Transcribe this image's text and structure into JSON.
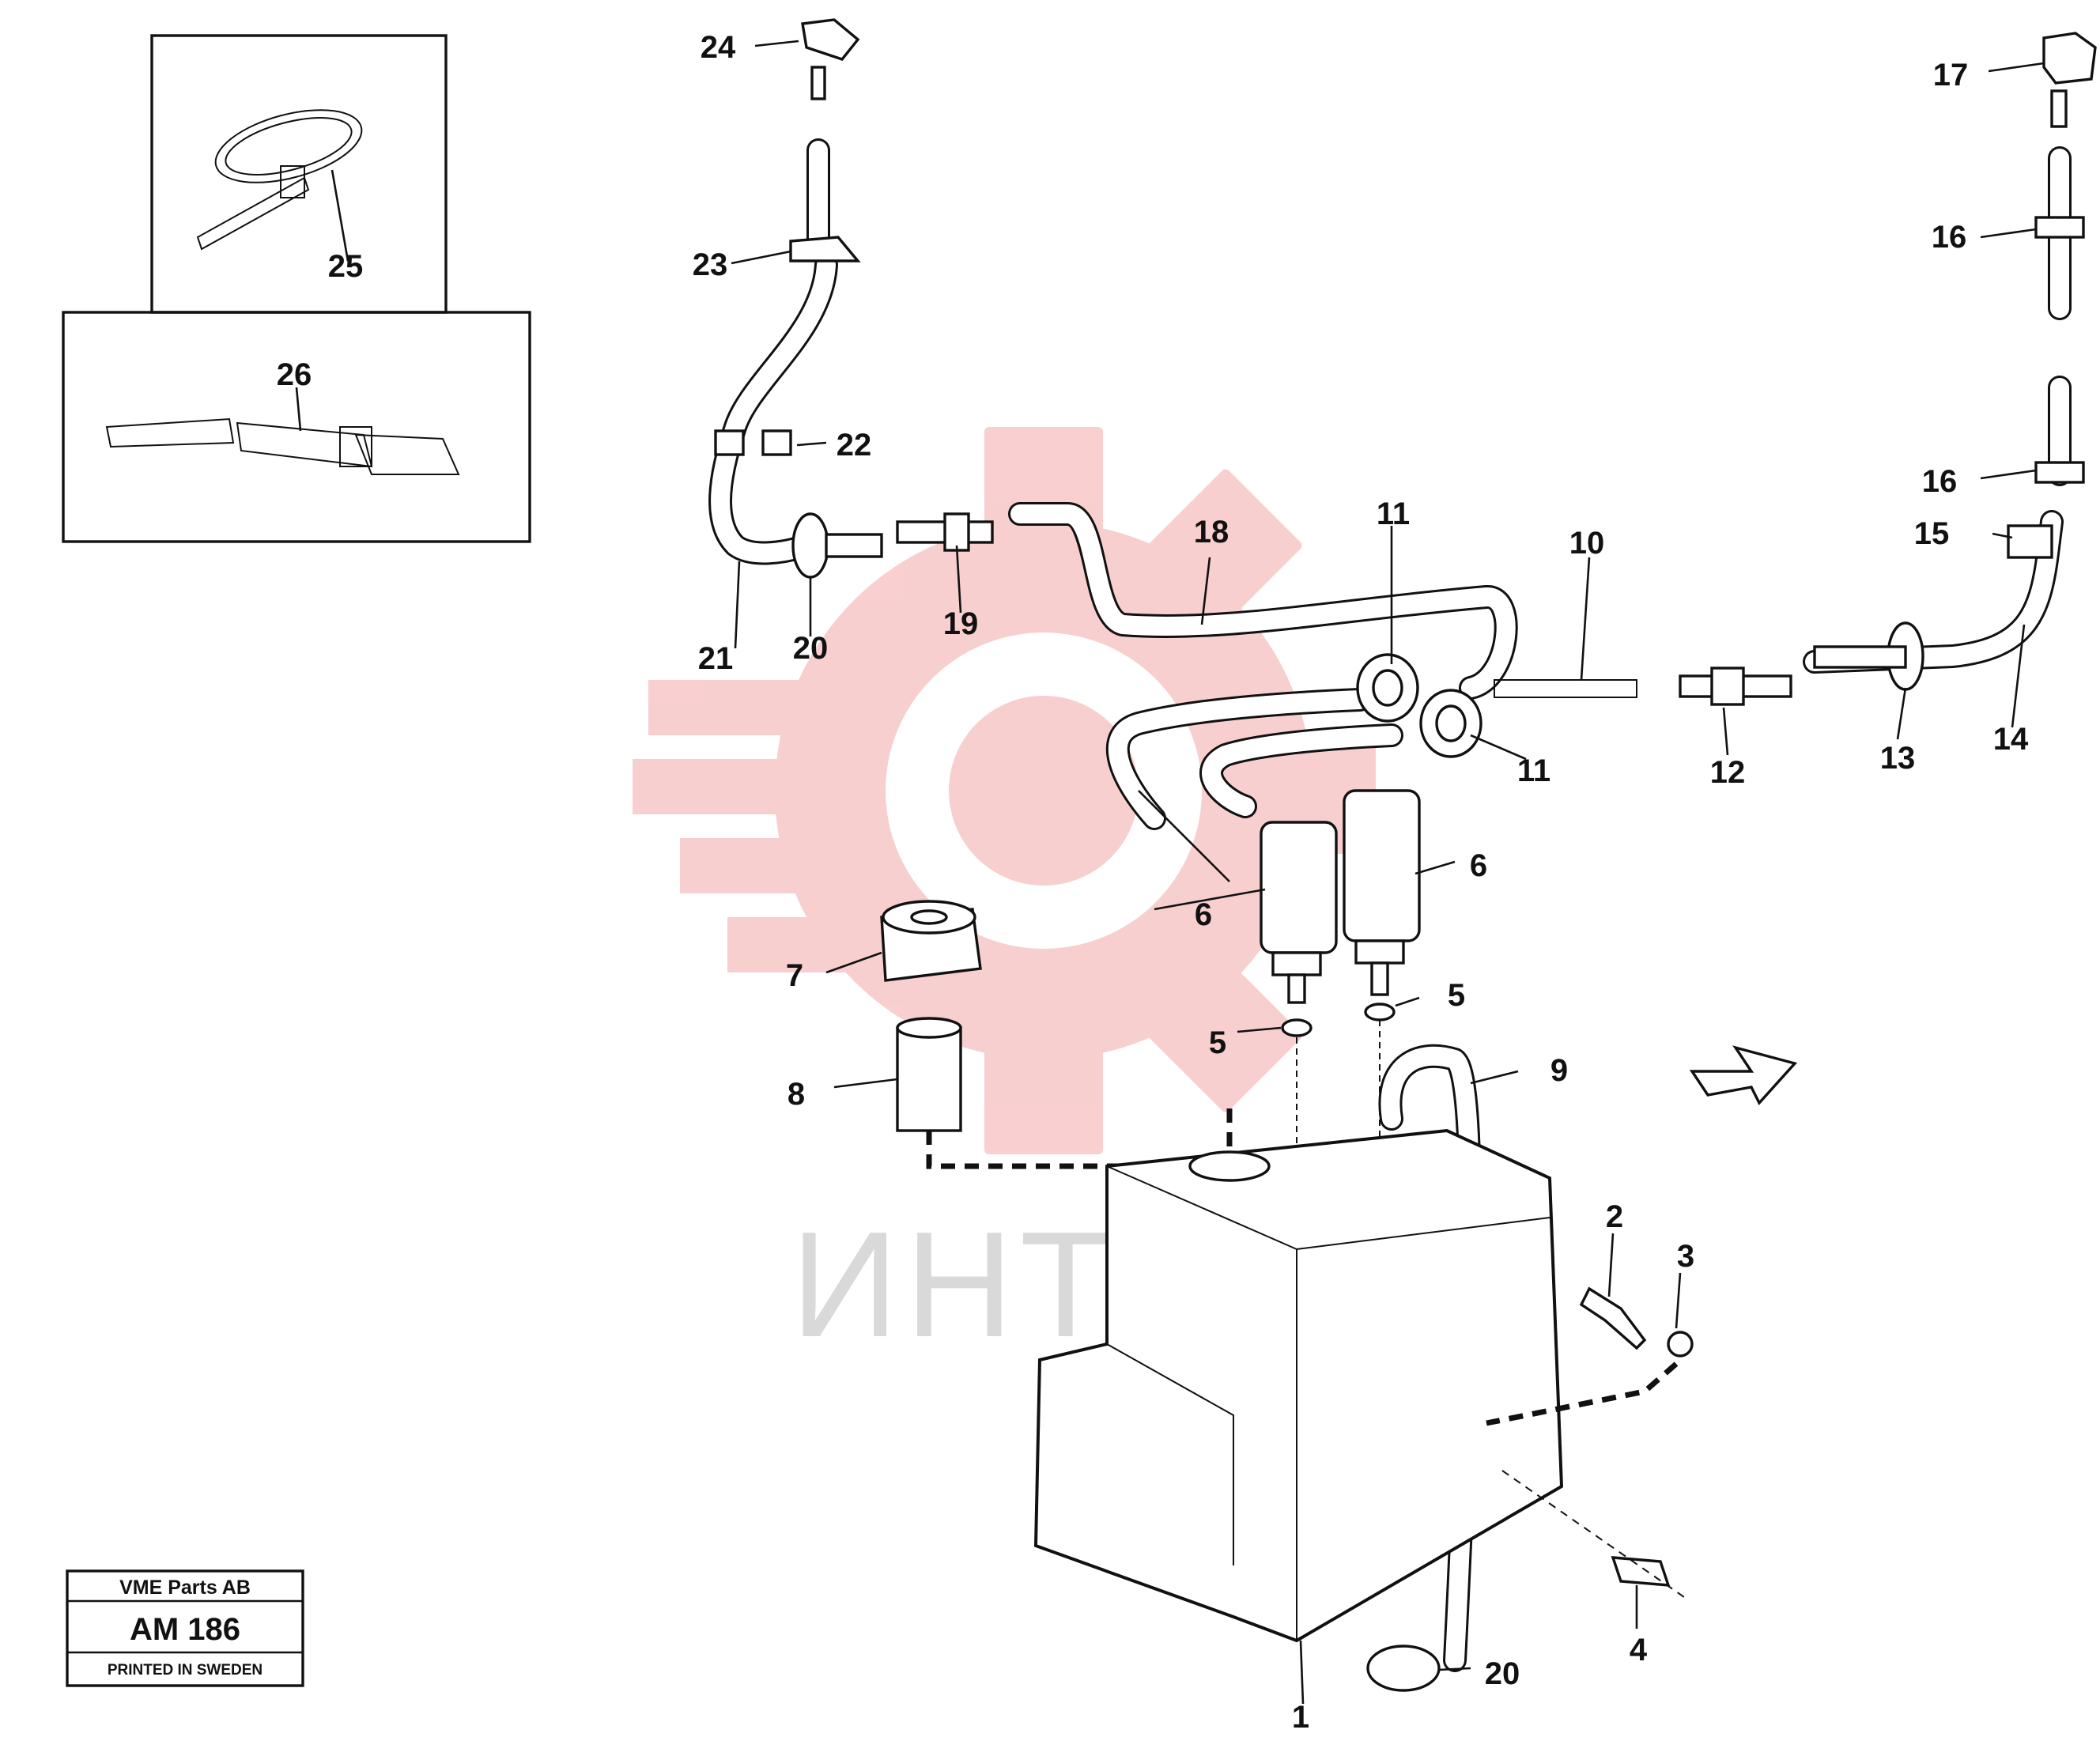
{
  "watermark": {
    "text": "ИНТЕХ",
    "color": "#f4b3b3"
  },
  "stamp": {
    "company": "VME Parts AB",
    "code": "AM 186",
    "footer": "PRINTED IN SWEDEN"
  },
  "callouts": {
    "p1": "1",
    "p2": "2",
    "p3": "3",
    "p4": "4",
    "p5a": "5",
    "p5b": "5",
    "p6a": "6",
    "p6b": "6",
    "p7": "7",
    "p8": "8",
    "p9": "9",
    "p10": "10",
    "p11a": "11",
    "p11b": "11",
    "p12": "12",
    "p13": "13",
    "p14": "14",
    "p15": "15",
    "p16a": "16",
    "p16b": "16",
    "p17": "17",
    "p18": "18",
    "p19": "19",
    "p20a": "20",
    "p20b": "20",
    "p21": "21",
    "p22": "22",
    "p23": "23",
    "p24": "24",
    "p25": "25",
    "p26": "26"
  },
  "colors": {
    "ink": "#111111",
    "watermark_red": "#f4b3b3",
    "watermark_grey": "#d9d9d9"
  }
}
